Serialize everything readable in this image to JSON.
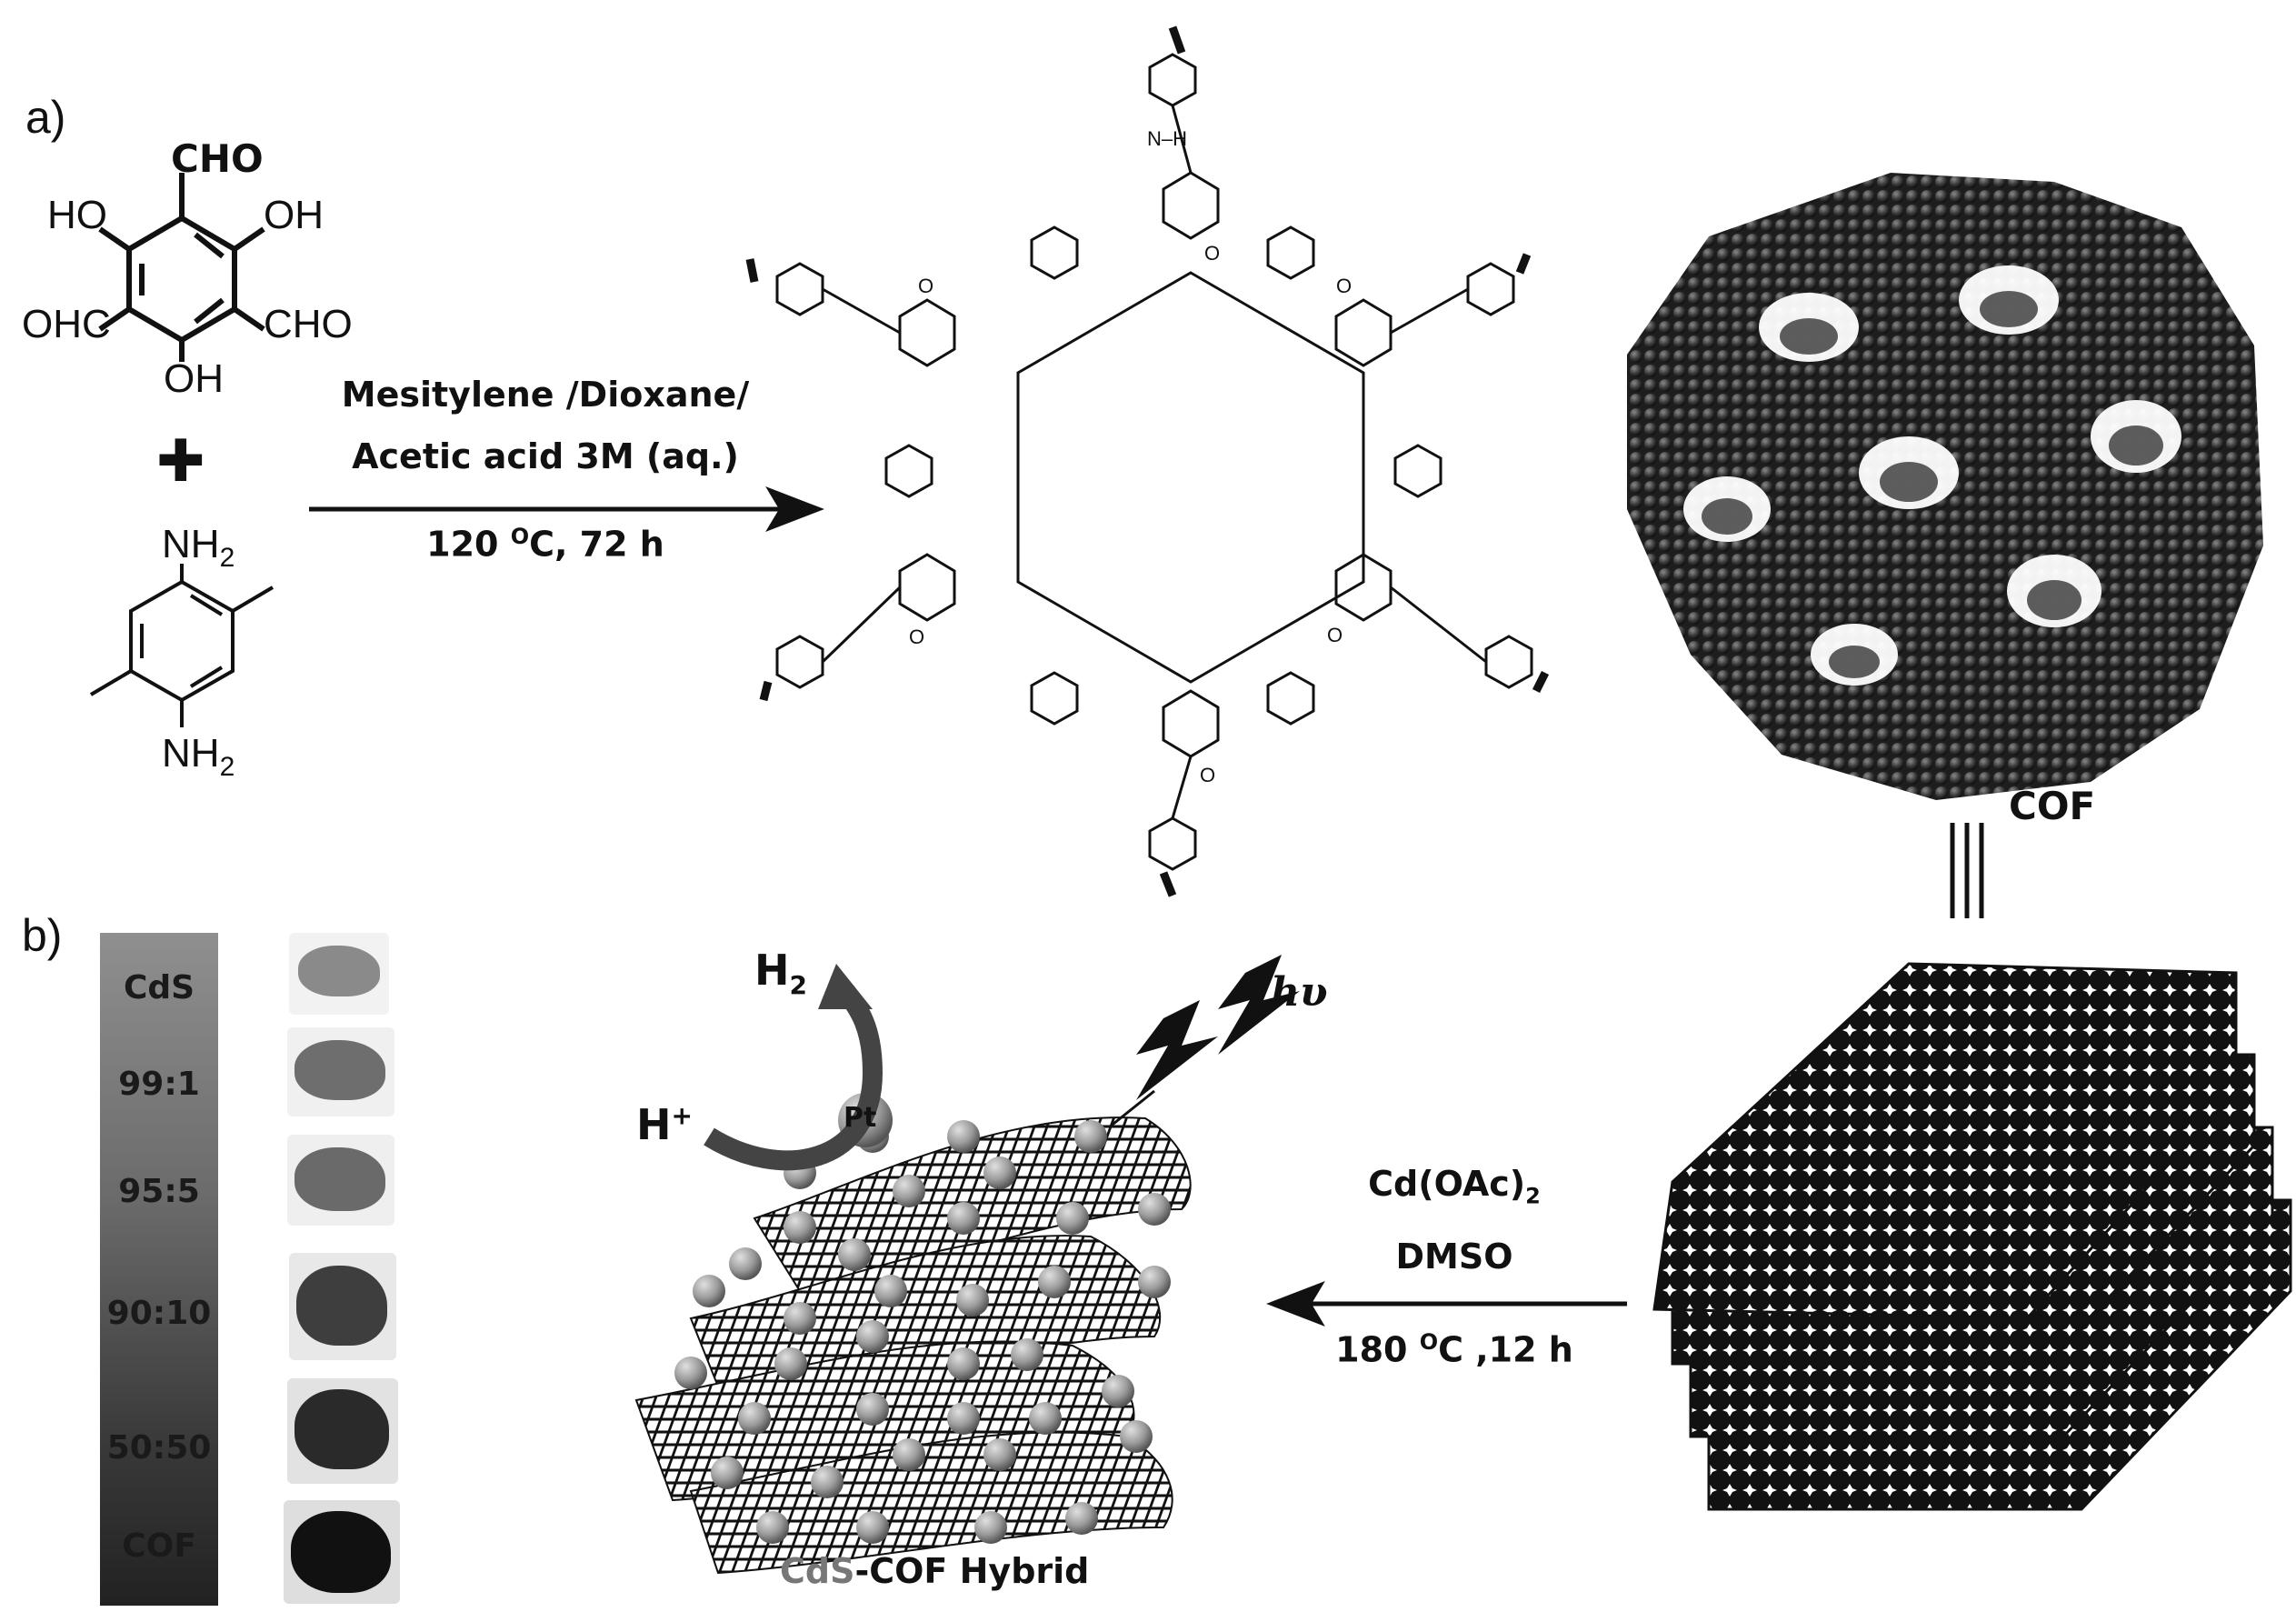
{
  "panel_a": {
    "label": "a)",
    "reactant1": {
      "cho_top": "CHO",
      "ho_left": "HO",
      "oh_right": "OH",
      "ohc_left": "OHC",
      "cho_right": "CHO",
      "oh_bottom": "OH"
    },
    "plus_sign": "✚",
    "reactant2": {
      "nh2_top": "NH",
      "nh2_top_sub": "2",
      "nh2_bottom": "NH",
      "nh2_bottom_sub": "2"
    },
    "conditions": {
      "line1": "Mesitylene /Dioxane/",
      "line2": "Acetic acid 3M (aq.)",
      "line3_pre": "120 ",
      "line3_sup": "O",
      "line3_post": "C, 72 h"
    },
    "cof_label": "COF"
  },
  "panel_b": {
    "label": "b)",
    "ratios": [
      "CdS",
      "99:1",
      "95:5",
      "90:10",
      "50:50",
      "COF"
    ],
    "sample_colors": [
      "#8a8a8a",
      "#6e6e6e",
      "#6a6a6a",
      "#3e3e3e",
      "#2a2a2a",
      "#111111"
    ],
    "h2_main": "H",
    "h2_sub": "2",
    "h_plus_main": "H",
    "h_plus_sup": "+",
    "pt_label": "Pt",
    "hv_label": "hυ",
    "reaction": {
      "line1_pre": "Cd(OAc)",
      "line1_sub": "2",
      "line2": "DMSO",
      "line3_pre": "180 ",
      "line3_sup": "O",
      "line3_post": "C ,12 h"
    },
    "hybrid_label_cds": "CdS",
    "hybrid_label_rest": "-COF Hybrid",
    "cds_color": "#777777"
  }
}
